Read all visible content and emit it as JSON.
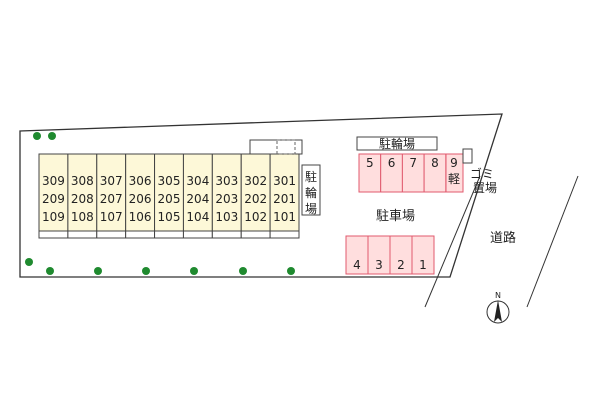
{
  "units": {
    "columns": [
      [
        "309",
        "209",
        "109"
      ],
      [
        "308",
        "208",
        "108"
      ],
      [
        "307",
        "207",
        "107"
      ],
      [
        "306",
        "206",
        "106"
      ],
      [
        "305",
        "205",
        "105"
      ],
      [
        "304",
        "204",
        "104"
      ],
      [
        "303",
        "203",
        "103"
      ],
      [
        "302",
        "202",
        "102"
      ],
      [
        "301",
        "201",
        "101"
      ]
    ]
  },
  "labels": {
    "bicycle_parking_top": "駐輪場",
    "bicycle_parking_side": [
      "駐",
      "輪",
      "場"
    ],
    "parking_lot": "駐車場",
    "garbage": [
      "ゴミ",
      "置場"
    ],
    "road": "道路",
    "light_vehicle": [
      "9",
      "軽"
    ],
    "compass_north": "N"
  },
  "parking_top": [
    "5",
    "6",
    "7",
    "8"
  ],
  "parking_bottom": [
    "4",
    "3",
    "2",
    "1"
  ],
  "colors": {
    "building_fill": "#fdf8d8",
    "parking_fill": "#ffdede",
    "parking_stroke": "#e05a6e",
    "tree": "#1f8a2f",
    "outline": "#333333"
  }
}
